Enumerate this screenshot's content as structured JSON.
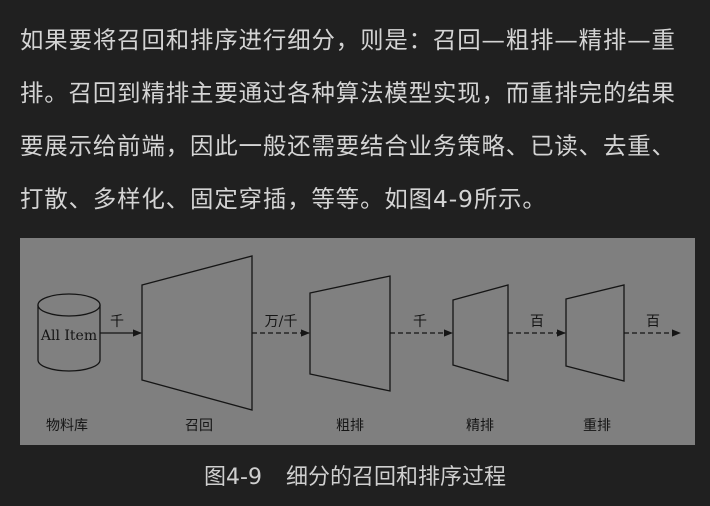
{
  "paragraph": {
    "lines": [
      "如果要将召回和排序进行细分，则是：召回—粗排—精排—重",
      "排。召回到精排主要通过各种算法模型实现，而重排完的结果",
      "要展示给前端，因此一般还需要结合业务策略、已读、去重、",
      "打散、多样化、固定穿插，等等。如图4-9所示。"
    ]
  },
  "figure": {
    "database_label": "All Item",
    "arrow_labels": [
      "千",
      "万/千",
      "千",
      "百",
      "百"
    ],
    "stage_labels": [
      "物料库",
      "召回",
      "粗排",
      "精排",
      "重排"
    ]
  },
  "caption": {
    "number": "图4-9",
    "title": "细分的召回和排序过程"
  }
}
